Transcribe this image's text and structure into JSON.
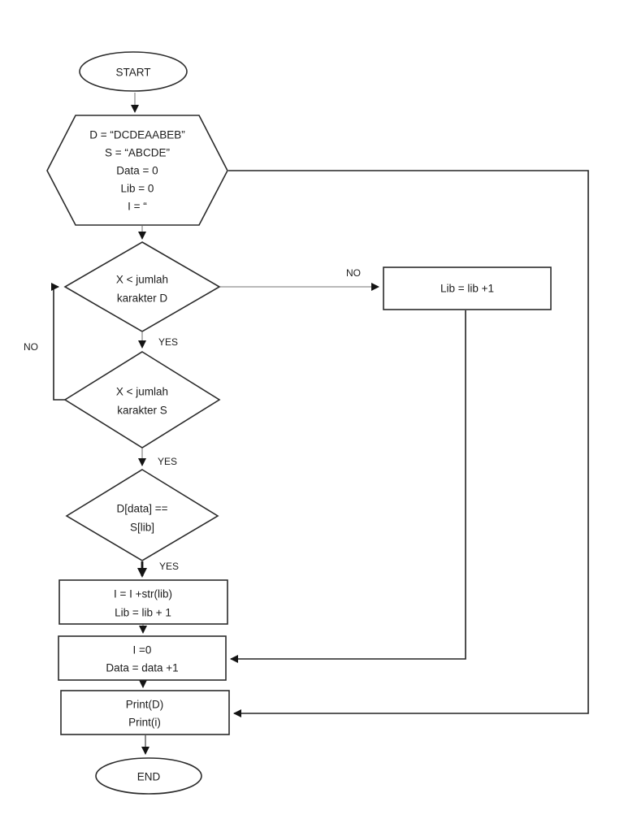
{
  "page": {
    "background": "#ffffff"
  },
  "diagram": {
    "type": "flowchart",
    "stroke_color": "#2b2b2b",
    "connector_gray": "#8f8f8f",
    "text_color": "#1c1c1c",
    "nodes": {
      "start": {
        "shape": "terminator",
        "label": "START"
      },
      "init": {
        "shape": "preparation-hexagon",
        "lines": [
          "D = “DCDEAABEB”",
          "S = “ABCDE”",
          "Data = 0",
          "Lib = 0",
          "I = “"
        ]
      },
      "cond_d": {
        "shape": "decision",
        "lines": [
          "X < jumlah",
          "karakter D"
        ]
      },
      "lib_inc": {
        "shape": "process",
        "lines": [
          "Lib = lib +1"
        ]
      },
      "cond_s": {
        "shape": "decision",
        "lines": [
          "X < jumlah",
          "karakter S"
        ]
      },
      "cond_match": {
        "shape": "decision",
        "lines": [
          "D[data] ==",
          "S[lib]"
        ]
      },
      "append": {
        "shape": "process",
        "lines": [
          "I = I +str(lib)",
          "Lib = lib + 1"
        ]
      },
      "reset": {
        "shape": "process",
        "lines": [
          "I =0",
          "Data = data +1"
        ]
      },
      "print": {
        "shape": "process",
        "lines": [
          "Print(D)",
          "Print(i)"
        ]
      },
      "end": {
        "shape": "terminator",
        "label": "END"
      }
    },
    "labels": {
      "no_to_lib": "NO",
      "no_loop": "NO",
      "yes_d": "YES",
      "yes_s": "YES",
      "yes_match": "YES"
    },
    "edges": [
      {
        "from": "start",
        "to": "init"
      },
      {
        "from": "init",
        "to": "cond_d"
      },
      {
        "from": "cond_d",
        "to": "lib_inc",
        "label": "NO"
      },
      {
        "from": "cond_d",
        "to": "cond_s",
        "label": "YES"
      },
      {
        "from": "cond_s",
        "to": "cond_d",
        "label": "NO"
      },
      {
        "from": "cond_s",
        "to": "cond_match",
        "label": "YES"
      },
      {
        "from": "cond_match",
        "to": "append",
        "label": "YES"
      },
      {
        "from": "append",
        "to": "reset"
      },
      {
        "from": "lib_inc",
        "to": "reset"
      },
      {
        "from": "reset",
        "to": "print"
      },
      {
        "from": "init",
        "to": "print"
      },
      {
        "from": "print",
        "to": "end"
      }
    ]
  }
}
